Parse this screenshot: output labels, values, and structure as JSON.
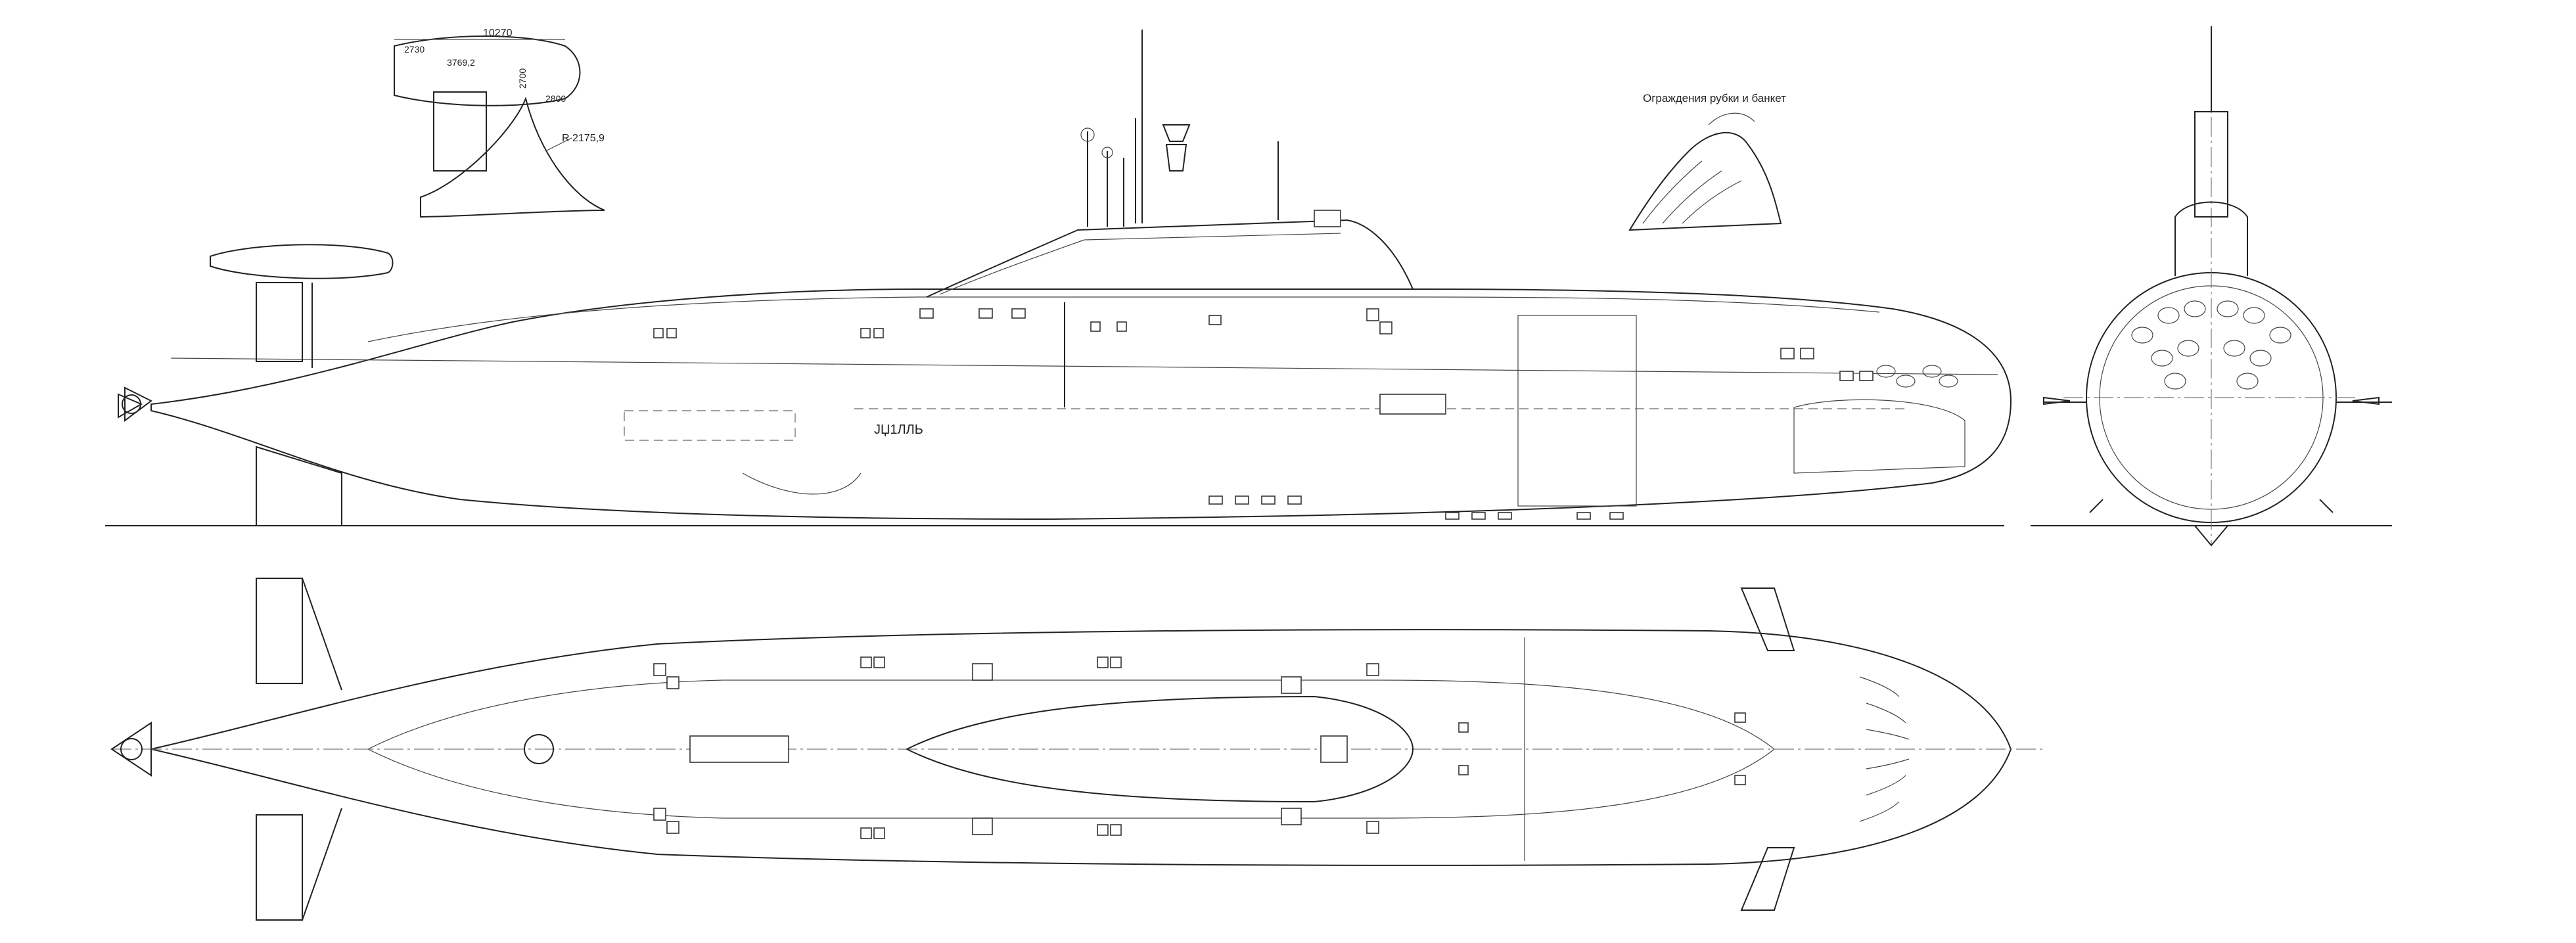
{
  "annotations": {
    "sail_caption": "Ограждения рубки и банкет",
    "dim_length": "10270",
    "dim_left": "2730",
    "dim_mid": "3769,2",
    "dim_height": "2700",
    "dim_right": "2800",
    "dim_radius": "R 2175,9"
  },
  "hull_marking": "ЈЏ1ЛЛЬ",
  "colors": {
    "line": "#222222",
    "background": "#ffffff"
  }
}
